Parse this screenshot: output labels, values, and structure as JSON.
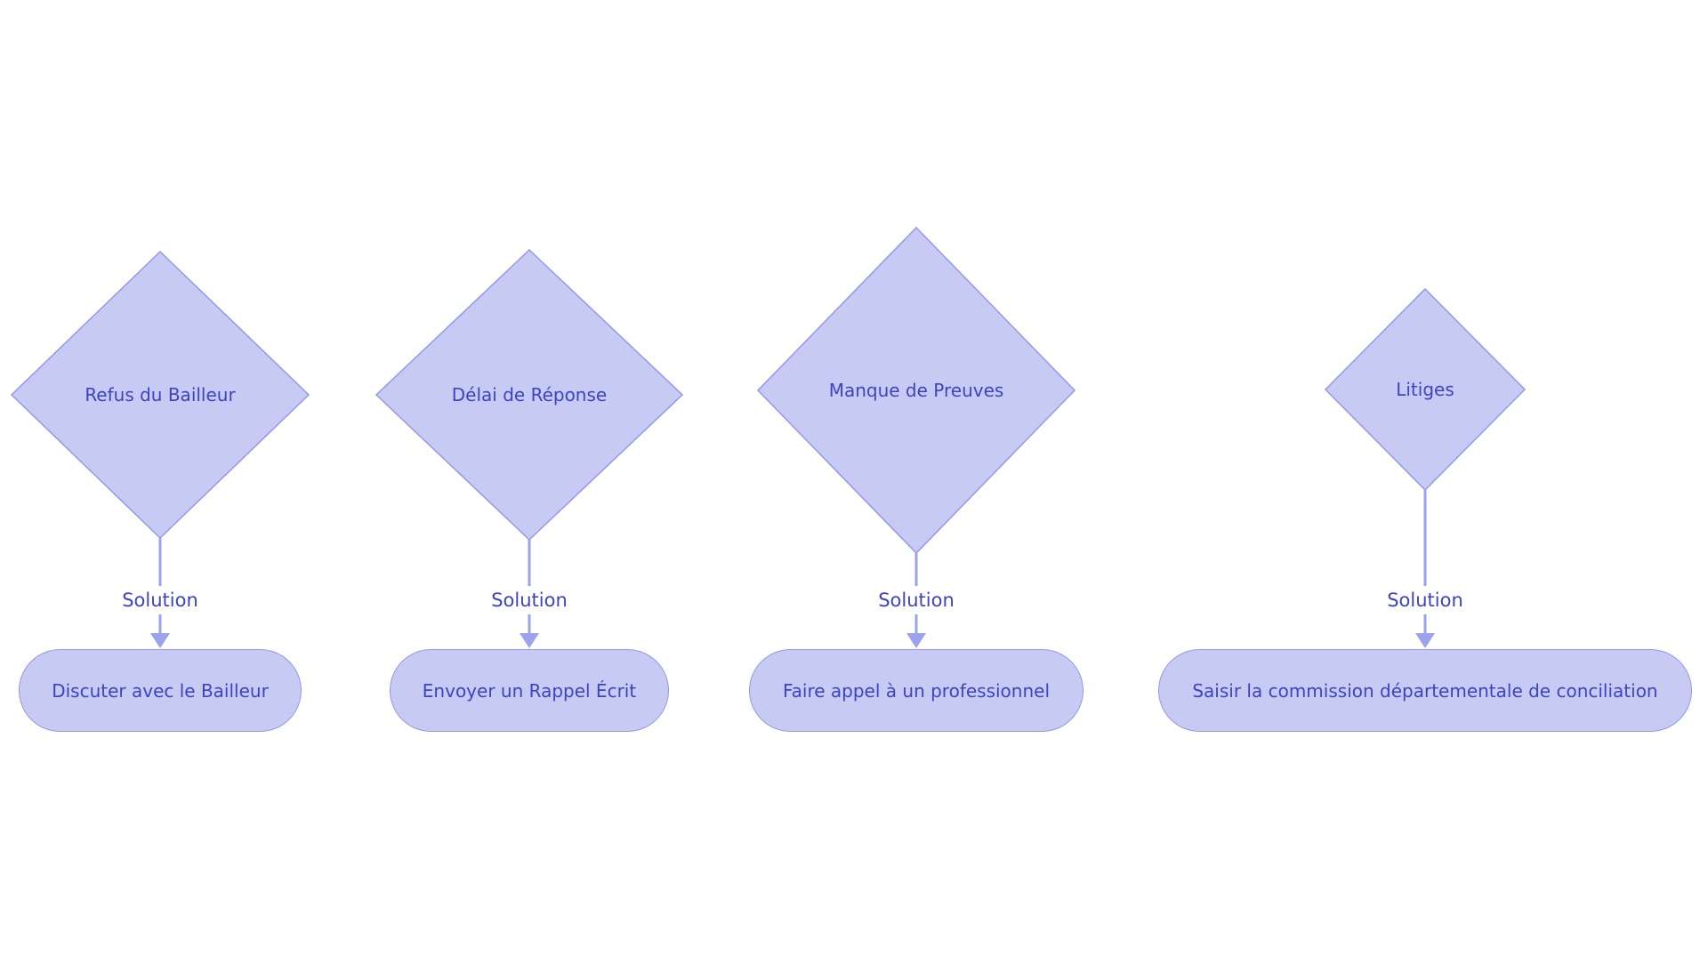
{
  "diagram": {
    "background": "#ffffff",
    "colors": {
      "bg": "#ffffff",
      "node_fill": "#c7caf2",
      "node_border": "#9399e8",
      "arrow": "#9ca3ed",
      "text": "#3d44c2",
      "edge_label_bg": "#ffffff"
    },
    "columns": [
      {
        "problem": "Refus du Bailleur",
        "edge_label": "Solution",
        "solution": "Discuter avec le Bailleur"
      },
      {
        "problem": "Délai de Réponse",
        "edge_label": "Solution",
        "solution": "Envoyer un Rappel Écrit"
      },
      {
        "problem": "Manque de Preuves",
        "edge_label": "Solution",
        "solution": "Faire appel à un professionnel"
      },
      {
        "problem": "Litiges",
        "edge_label": "Solution",
        "solution": "Saisir la commission départementale de conciliation"
      }
    ]
  }
}
